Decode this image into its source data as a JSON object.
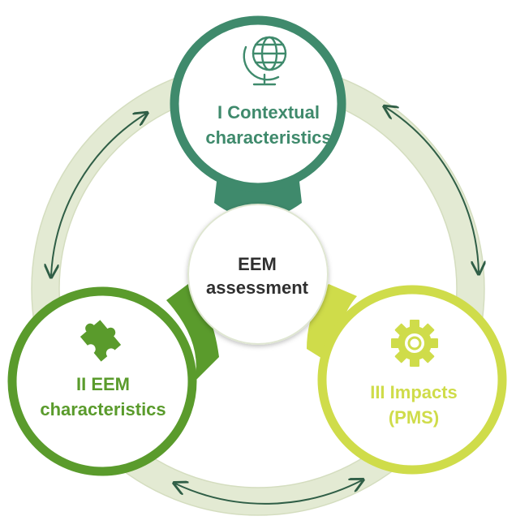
{
  "nodes": {
    "context": {
      "label_line1": "I Contextual",
      "label_line2": "characteristics",
      "icon": "globe-icon"
    },
    "eem": {
      "label_line1": "II EEM",
      "label_line2": "characteristics",
      "icon": "puzzle-piece-icon"
    },
    "impacts": {
      "label_line1": "III Impacts",
      "label_line2": "(PMS)",
      "icon": "gear-icon"
    },
    "center": {
      "label_line1": "EEM",
      "label_line2": "assessment"
    }
  },
  "colors": {
    "context": "#3f8a6c",
    "eem": "#5a9b2c",
    "impacts": "#cfdc4a",
    "center": "#2f2f2f",
    "ring": "#e3ead3",
    "arrow": "#2f5e46"
  }
}
